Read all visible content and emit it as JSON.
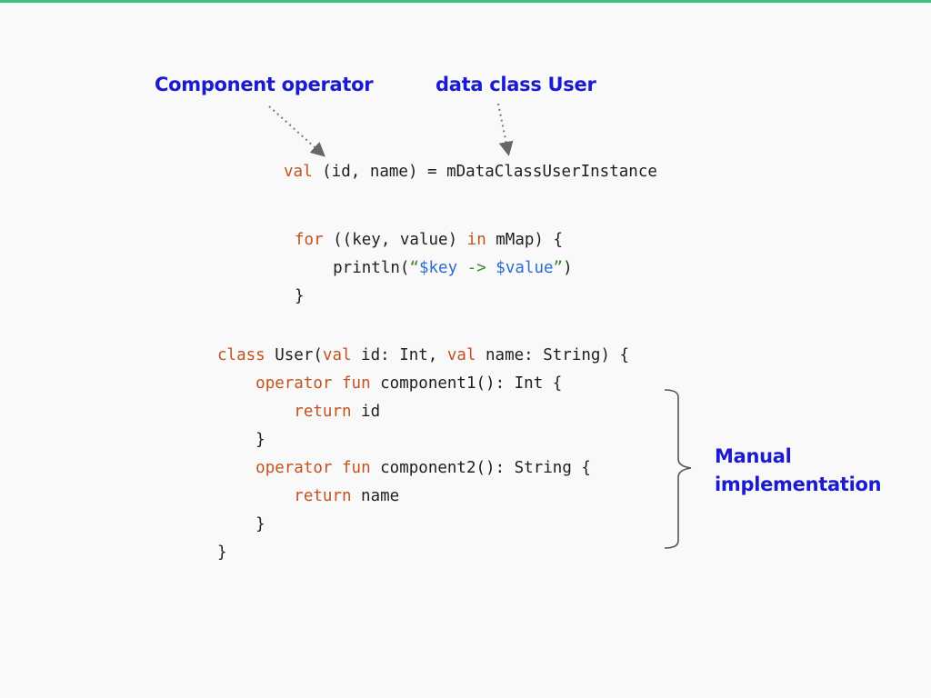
{
  "slide": {
    "accent_color": "#3fbf7f",
    "callout_color": "#1a1ad0"
  },
  "callouts": {
    "component_operator": "Component operator",
    "data_class_user": "data class User",
    "manual_line1": "Manual",
    "manual_line2": "implementation"
  },
  "code": {
    "destructure": {
      "kw_val": "val",
      "rest": " (id, name) = mDataClassUserInstance"
    },
    "for_loop": {
      "kw_for": "for",
      "mid1": " ((key, value) ",
      "kw_in": "in",
      "mid2": " mMap) {",
      "println_open": "    println(",
      "quote_open": "“",
      "tpl_key": "$key",
      "arrow": " -> ",
      "tpl_value": "$value",
      "quote_close": "”",
      "println_close": ")",
      "close": "}"
    },
    "class_block": {
      "l1": {
        "kw_class": "class",
        "a": " User(",
        "kw_val1": "val",
        "b": " id: Int, ",
        "kw_val2": "val",
        "c": " name: String) {"
      },
      "l2": {
        "indent": "    ",
        "kw_operator": "operator",
        "sp": " ",
        "kw_fun": "fun",
        "rest": " component1(): Int {"
      },
      "l3": {
        "indent": "        ",
        "kw_return": "return",
        "rest": " id"
      },
      "l4": "    }",
      "l5": {
        "indent": "    ",
        "kw_operator": "operator",
        "sp": " ",
        "kw_fun": "fun",
        "rest": " component2(): String {"
      },
      "l6": {
        "indent": "        ",
        "kw_return": "return",
        "rest": " name"
      },
      "l7": "    }",
      "l8": "}"
    }
  }
}
